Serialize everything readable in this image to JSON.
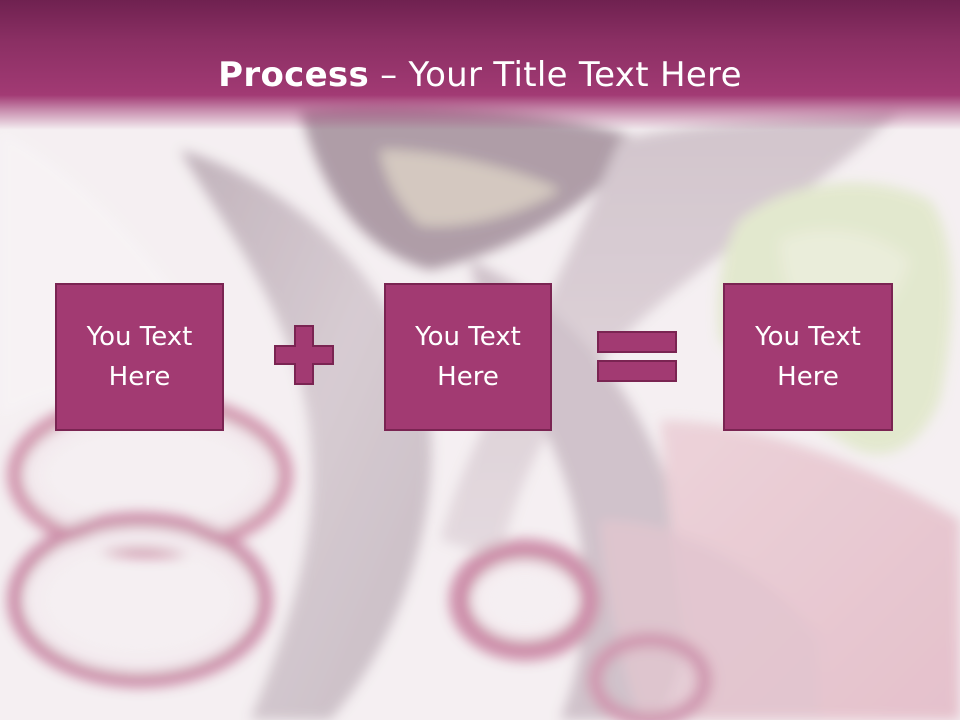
{
  "slide": {
    "title_bold": "Process",
    "title_dash": " – ",
    "title_rest": "Your Title Text Here"
  },
  "process": {
    "boxes": [
      {
        "text": "You Text Here"
      },
      {
        "text": "You Text Here"
      },
      {
        "text": "You Text Here"
      }
    ],
    "operators": [
      "plus-icon",
      "equals-icon"
    ]
  },
  "colors": {
    "accent": "#a23a72",
    "accent_border": "#7a2452",
    "title_bar": "#8a2f63",
    "background_tint": "#f3eef0"
  }
}
